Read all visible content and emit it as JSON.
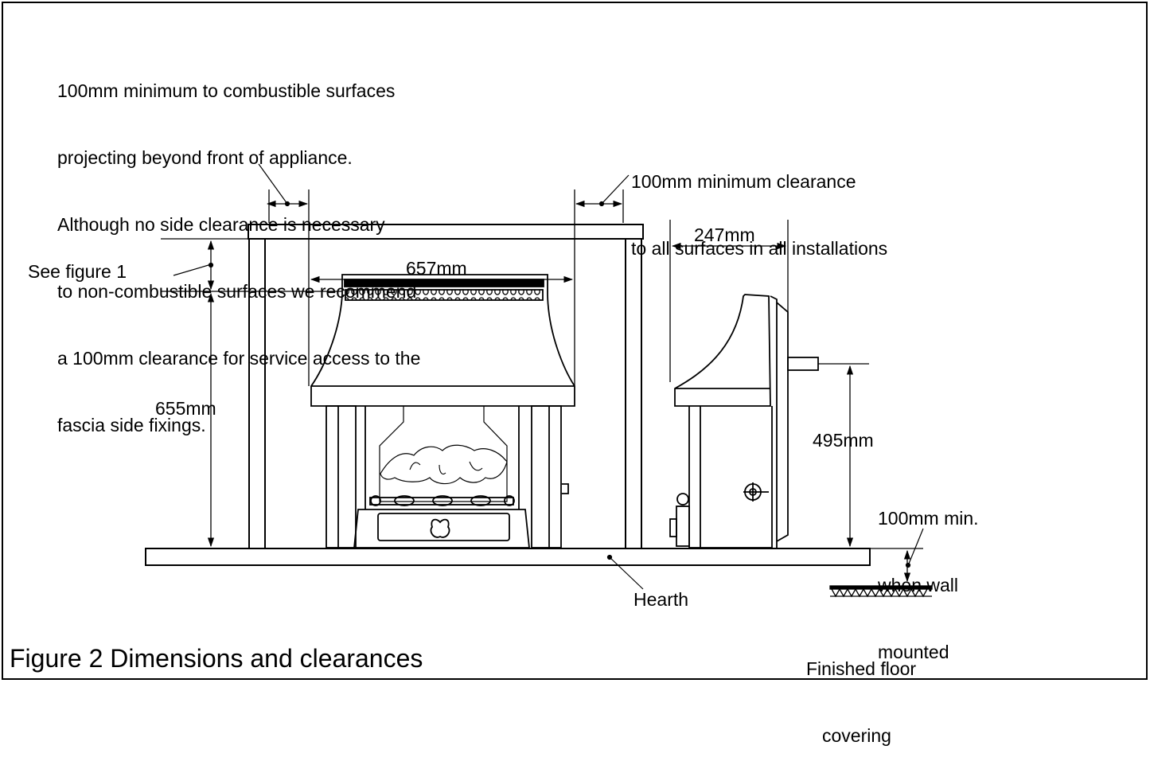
{
  "figure": {
    "caption": "Figure 2 Dimensions and clearances"
  },
  "notes": {
    "side_note": [
      "100mm minimum to combustible surfaces",
      "projecting beyond front of appliance.",
      "Although no side clearance is necessary",
      "to non-combustible surfaces we recommend",
      "a 100mm clearance for service access to the",
      "fascia side fixings."
    ],
    "rear_note": [
      "100mm minimum clearance",
      "to all surfaces in all installations"
    ],
    "see_figure": "See figure 1",
    "wall_mount_note": [
      "100mm min.",
      "when wall",
      "mounted"
    ],
    "hearth": "Hearth",
    "floor_note": [
      "Finished floor",
      "covering"
    ]
  },
  "dimensions": {
    "width": "657mm",
    "depth": "247mm",
    "height": "655mm",
    "side_height": "495mm"
  }
}
